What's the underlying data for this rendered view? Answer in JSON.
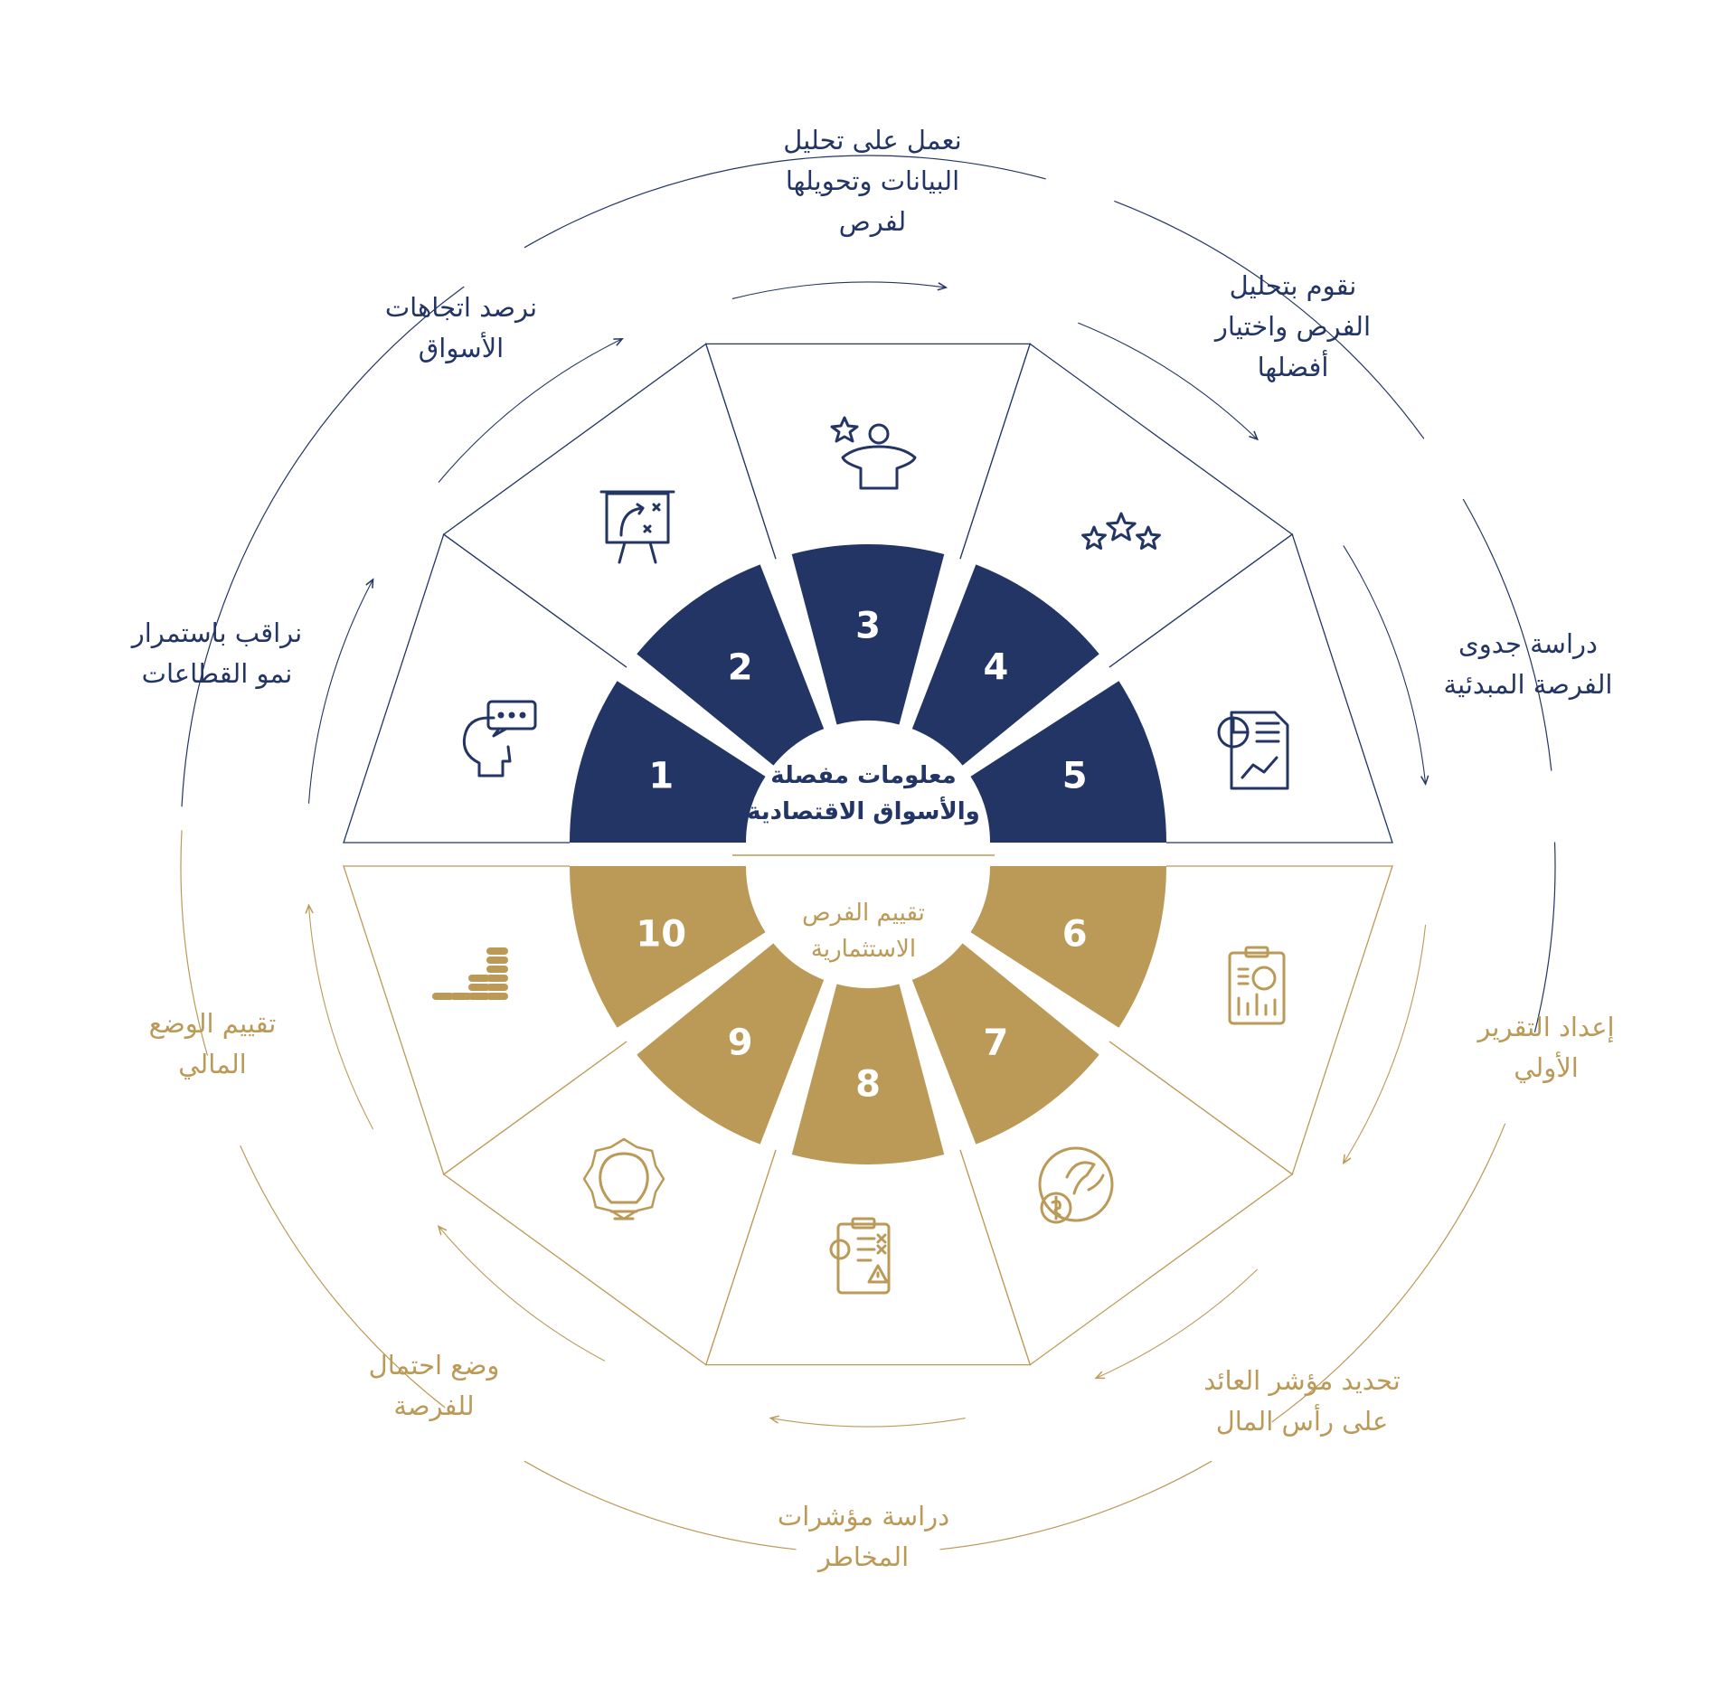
{
  "colors": {
    "navy": "#223564",
    "gold": "#bb9a57",
    "background": "#ffffff"
  },
  "center": {
    "top_title": "معلومات مفصلة\nوالأسواق الاقتصادية",
    "bottom_title": "تقييم الفرص\nالاستثمارية"
  },
  "steps": [
    {
      "number": "1",
      "group": "navy",
      "icon": "head-chat-stars-icon",
      "label": "نراقب باستمرار\nنمو القطاعات"
    },
    {
      "number": "2",
      "group": "navy",
      "icon": "strategy-board-icon",
      "label": "نرصد اتجاهات\nالأسواق"
    },
    {
      "number": "3",
      "group": "navy",
      "icon": "person-star-icon",
      "label": "نعمل على تحليل\nالبيانات وتحويلها\nلفرص"
    },
    {
      "number": "4",
      "group": "navy",
      "icon": "three-stars-icon",
      "label": "نقوم بتحليل\nالفرص واختيار\nأفضلها"
    },
    {
      "number": "5",
      "group": "navy",
      "icon": "report-chart-icon",
      "label": "دراسة جدوى\nالفرصة المبدئية"
    },
    {
      "number": "6",
      "group": "gold",
      "icon": "clipboard-report-icon",
      "label": "إعداد التقرير\nالأولي"
    },
    {
      "number": "7",
      "group": "gold",
      "icon": "globe-growth-icon",
      "label": "تحديد مؤشر العائد\nعلى رأس المال"
    },
    {
      "number": "8",
      "group": "gold",
      "icon": "risk-checklist-icon",
      "label": "دراسة مؤشرات\nالمخاطر"
    },
    {
      "number": "9",
      "group": "gold",
      "icon": "idea-gear-icon",
      "label": "وضع احتمال\nللفرصة"
    },
    {
      "number": "10",
      "group": "gold",
      "icon": "coin-stacks-icon",
      "label": "تقييم الوضع\nالمالي"
    }
  ]
}
